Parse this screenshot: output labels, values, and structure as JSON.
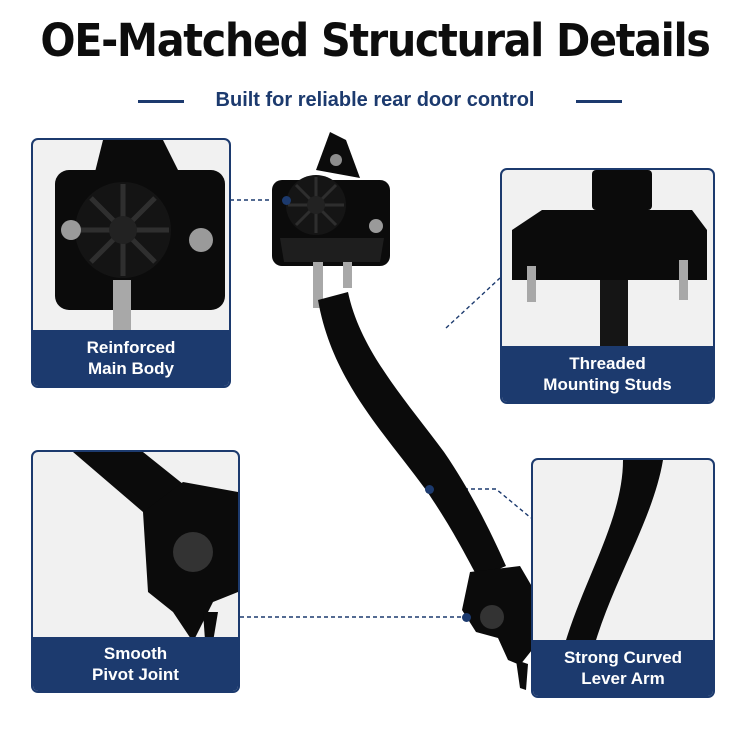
{
  "header": {
    "title": "OE-Matched Structural Details",
    "subtitle": "Built for reliable rear door control"
  },
  "callouts": [
    {
      "line1": "Reinforced",
      "line2": "Main Body"
    },
    {
      "line1": "Threaded",
      "line2": "Mounting Studs"
    },
    {
      "line1": "Smooth",
      "line2": "Pivot Joint"
    },
    {
      "line1": "Strong Curved",
      "line2": "Lever Arm"
    }
  ],
  "colors": {
    "accent": "#1c3a6e",
    "part": "#0b0b0b",
    "background": "#ffffff"
  }
}
